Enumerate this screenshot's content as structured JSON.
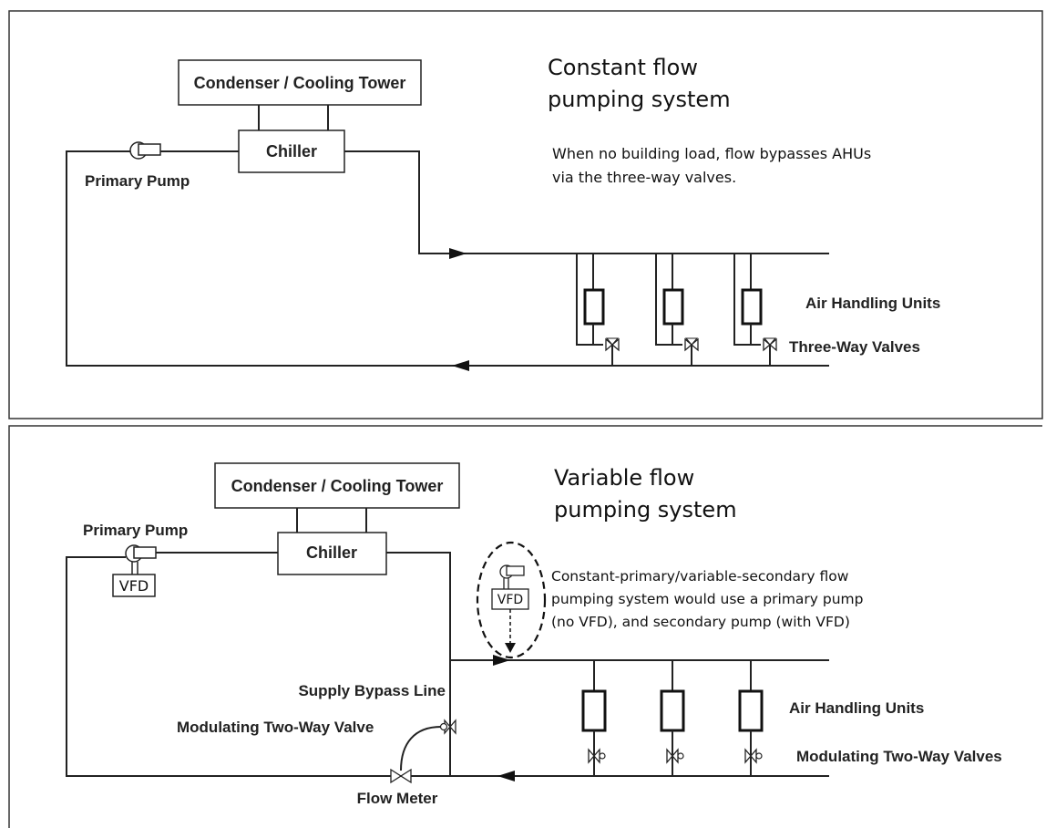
{
  "top_panel": {
    "title_line1": "Constant flow",
    "title_line2": "pumping system",
    "note_line1": "When no building load, flow bypasses AHUs",
    "note_line2": "via the three-way valves.",
    "condenser_label": "Condenser / Cooling Tower",
    "chiller_label": "Chiller",
    "pump_label": "Primary Pump",
    "ahu_label": "Air Handling Units",
    "valves_label": "Three-Way Valves"
  },
  "bottom_panel": {
    "title_line1": "Variable flow",
    "title_line2": "pumping system",
    "condenser_label": "Condenser / Cooling Tower",
    "chiller_label": "Chiller",
    "pump_label": "Primary Pump",
    "vfd_label": "VFD",
    "secondary_vfd_label": "VFD",
    "note_line1": "Constant-primary/variable-secondary flow",
    "note_line2": "pumping system would use a primary pump",
    "note_line3": "(no VFD), and secondary pump (with VFD)",
    "bypass_label": "Supply Bypass Line",
    "bypass_valve_label": "Modulating Two-Way Valve",
    "flow_meter_label": "Flow Meter",
    "ahu_label": "Air Handling Units",
    "valves_label": "Modulating Two-Way Valves"
  }
}
